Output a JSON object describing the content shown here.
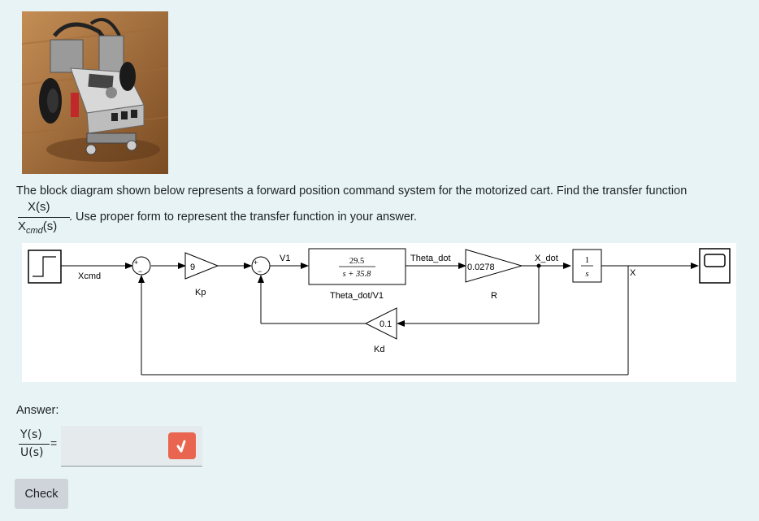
{
  "question": {
    "text": "The block diagram shown below represents a forward position command system for the motorized cart.  Find the transfer function",
    "frac_numerator": "X(s)",
    "frac_denominator_main": "X",
    "frac_denominator_sub": "cmd",
    "frac_denominator_end": "(s)",
    "after_frac": ". Use proper form to represent the transfer function in your answer."
  },
  "diagram": {
    "input_label": "Xcmd",
    "sum1_sign_plus": "+",
    "sum1_sign_minus": "−",
    "kp_value": "9",
    "kp_label": "Kp",
    "sum2_sign_plus": "+",
    "sum2_sign_minus": "−",
    "v1_label": "V1",
    "tf_numerator": "29.5",
    "tf_denominator": "s + 35.8",
    "tf_label": "Theta_dot/V1",
    "theta_dot_label": "Theta_dot",
    "r_value": "0.0278",
    "r_label": "R",
    "x_dot_label": "X_dot",
    "int_numerator": "1",
    "int_denominator": "s",
    "x_label": "X",
    "kd_value": "0.1",
    "kd_label": "Kd"
  },
  "answer": {
    "label": "Answer:",
    "frac_numerator": "Y(s)",
    "frac_denominator": "U(s)",
    "equals": "=",
    "value": ""
  },
  "check_button": {
    "label": "Check"
  },
  "colors": {
    "background": "#e7f3f5",
    "check_icon": "#e9654f",
    "button": "#ced4da"
  }
}
